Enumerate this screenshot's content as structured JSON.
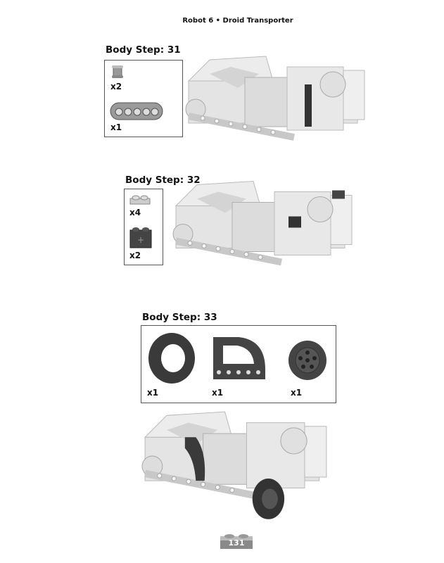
{
  "header": {
    "title": "Robot 6 • Droid Transporter"
  },
  "steps": [
    {
      "label": "Body Step: 31",
      "parts": [
        {
          "name": "bush",
          "qty": "x2"
        },
        {
          "name": "beam-5",
          "qty": "x1"
        }
      ]
    },
    {
      "label": "Body Step: 32",
      "parts": [
        {
          "name": "plate-1x2",
          "qty": "x4"
        },
        {
          "name": "technic-brick-1x2",
          "qty": "x2"
        }
      ]
    },
    {
      "label": "Body Step: 33",
      "parts": [
        {
          "name": "tire",
          "qty": "x1"
        },
        {
          "name": "curved-beam",
          "qty": "x1"
        },
        {
          "name": "wheel-hub",
          "qty": "x1"
        }
      ]
    }
  ],
  "page": {
    "number": "131"
  }
}
